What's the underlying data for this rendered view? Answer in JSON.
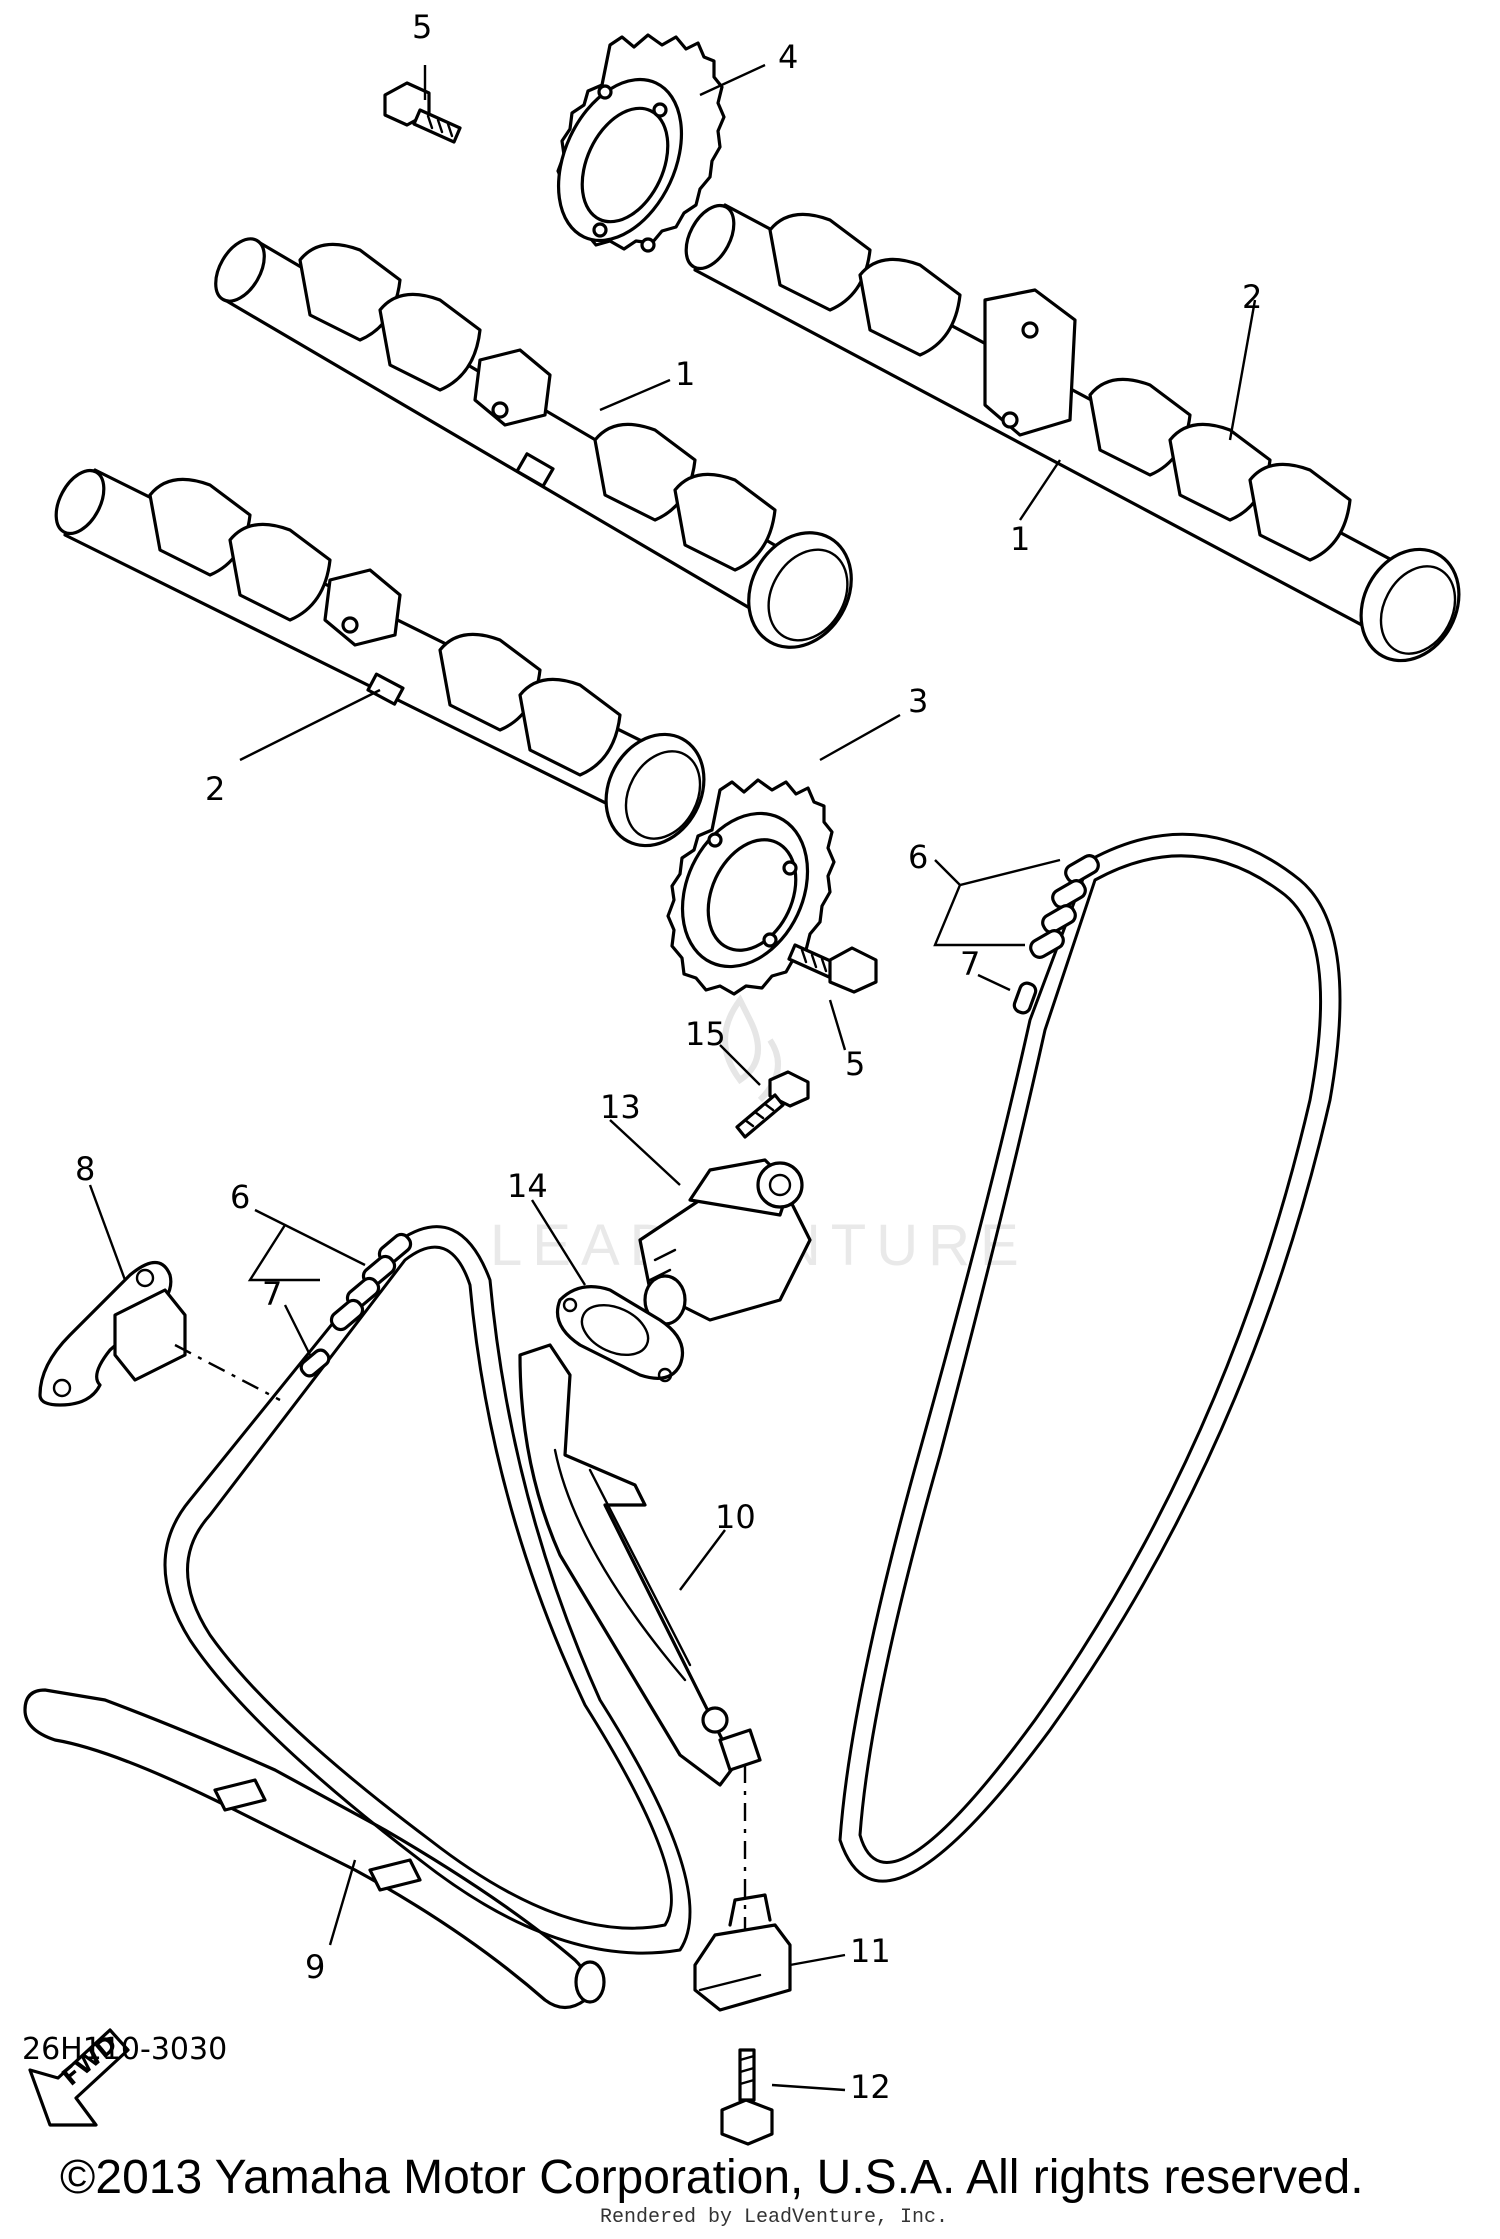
{
  "diagram": {
    "callouts": [
      "1",
      "1",
      "2",
      "2",
      "3",
      "4",
      "5",
      "5",
      "6",
      "6",
      "7",
      "7",
      "8",
      "9",
      "10",
      "11",
      "12",
      "13",
      "14",
      "15"
    ],
    "fwd_arrow_label": "FWD",
    "watermark_text": "LEADVENTURE"
  },
  "footer": {
    "diagram_code": "26H110-3030",
    "copyright": "©2013 Yamaha Motor Corporation, U.S.A. All rights reserved.",
    "rendered_by": "Rendered by LeadVenture, Inc."
  },
  "colors": {
    "line": "#000000",
    "background": "#ffffff",
    "watermark": "#e9e9e9"
  }
}
